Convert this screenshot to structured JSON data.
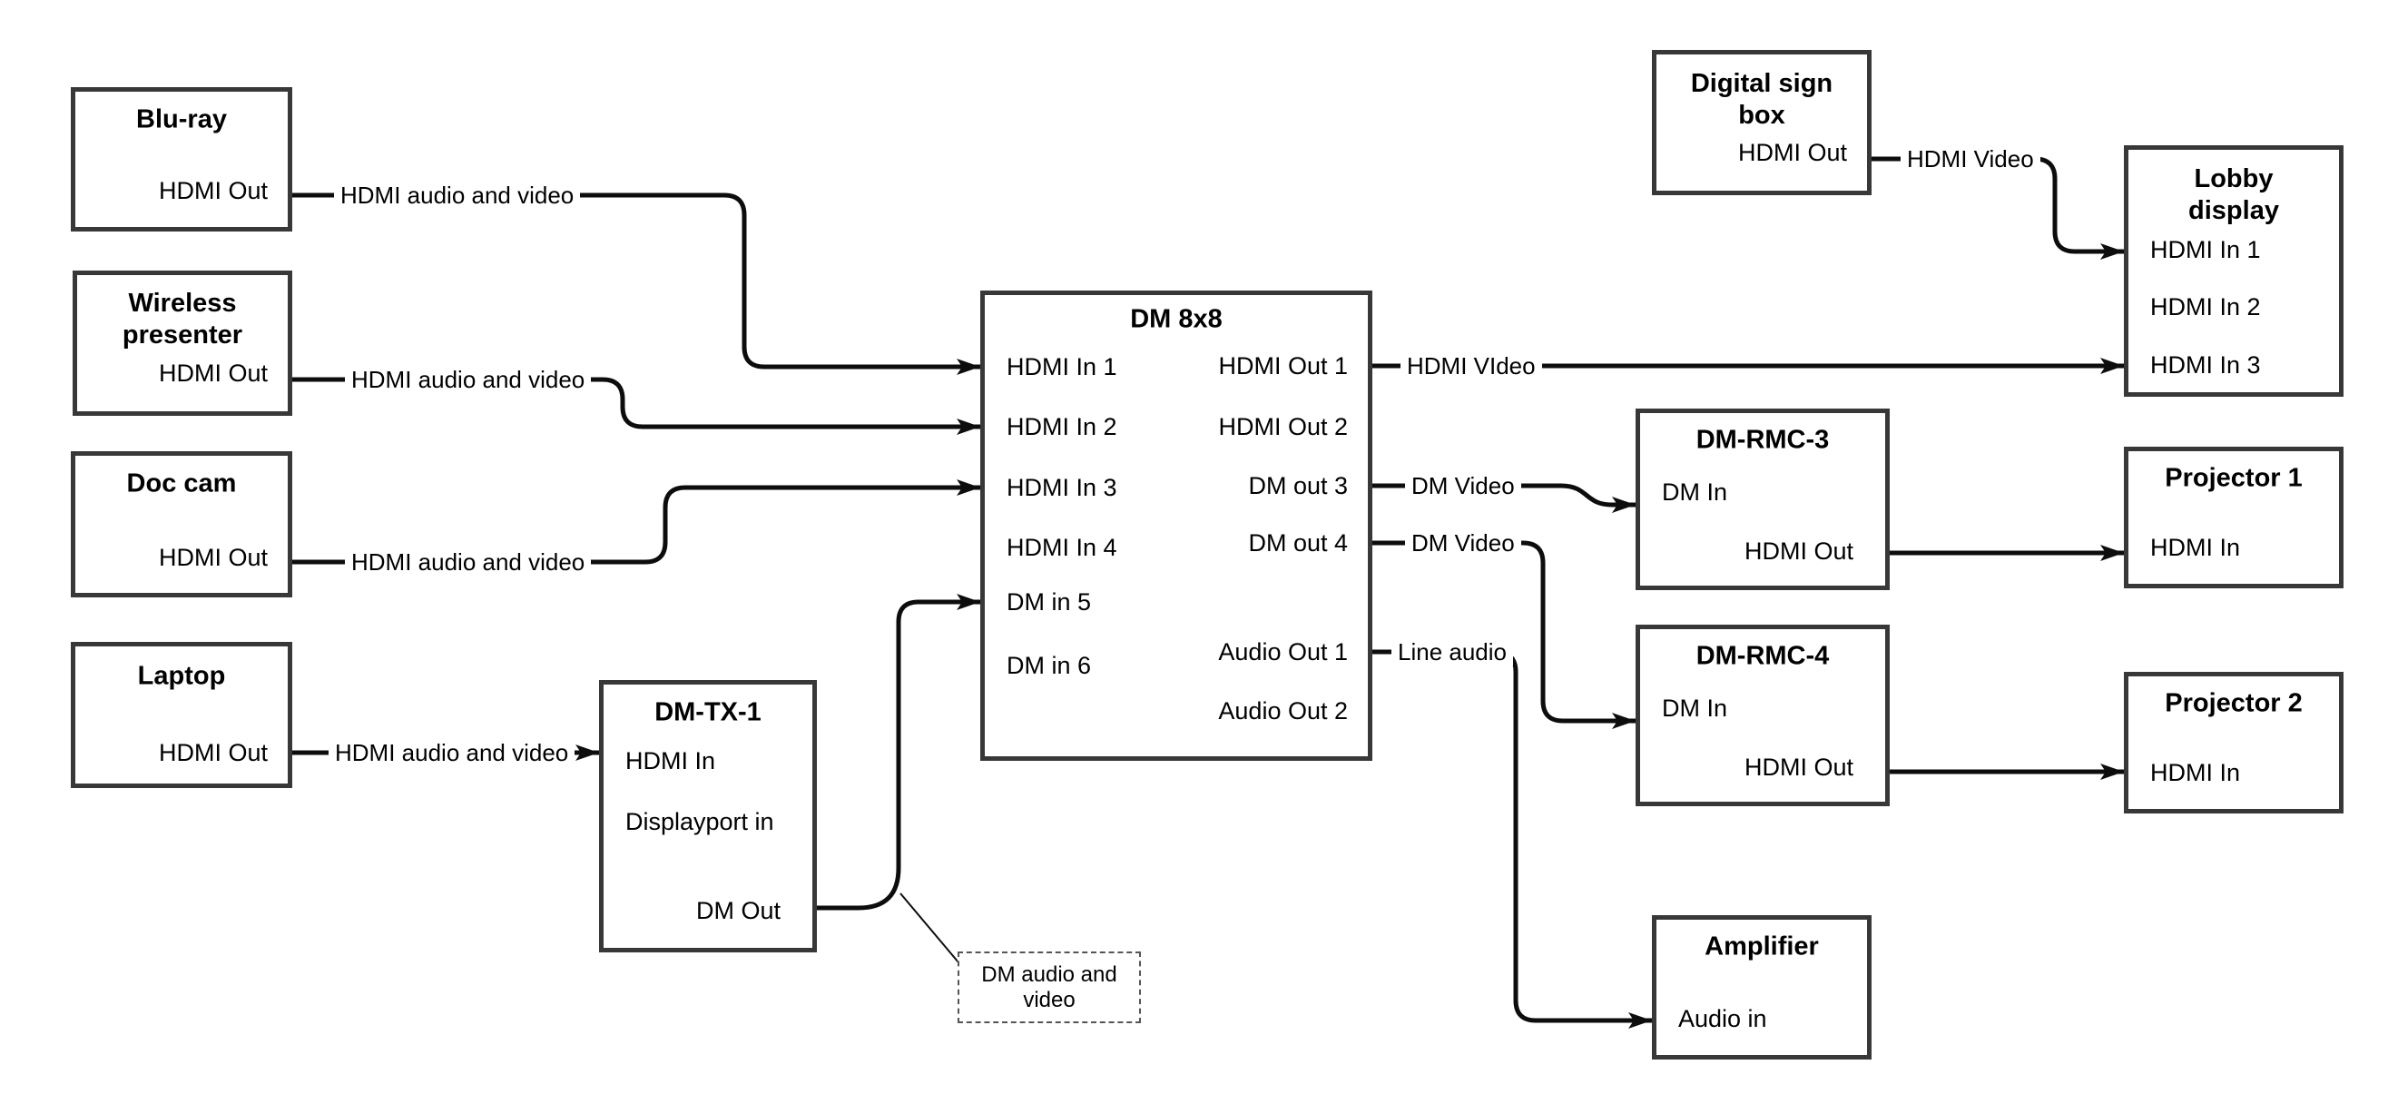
{
  "nodes": {
    "bluray": {
      "title": "Blu-ray",
      "port_hdmi_out": "HDMI Out"
    },
    "wireless": {
      "title": "Wireless presenter",
      "port_hdmi_out": "HDMI Out"
    },
    "doccam": {
      "title": "Doc cam",
      "port_hdmi_out": "HDMI Out"
    },
    "laptop": {
      "title": "Laptop",
      "port_hdmi_out": "HDMI Out"
    },
    "dmtx1": {
      "title": "DM-TX-1",
      "port_hdmi_in": "HDMI In",
      "port_dp_in": "Displayport in",
      "port_dm_out": "DM Out"
    },
    "dm8x8": {
      "title": "DM 8x8",
      "in1": "HDMI In 1",
      "in2": "HDMI In 2",
      "in3": "HDMI In 3",
      "in4": "HDMI In 4",
      "in5": "DM in 5",
      "in6": "DM in 6",
      "out1": "HDMI Out 1",
      "out2": "HDMI Out 2",
      "out3": "DM out 3",
      "out4": "DM out 4",
      "aout1": "Audio Out 1",
      "aout2": "Audio Out 2"
    },
    "digitalsign": {
      "title": "Digital sign box",
      "port_hdmi_out": "HDMI Out"
    },
    "lobby": {
      "title": "Lobby display",
      "in1": "HDMI In 1",
      "in2": "HDMI In 2",
      "in3": "HDMI In 3"
    },
    "dmrmc3": {
      "title": "DM-RMC-3",
      "port_dm_in": "DM In",
      "port_hdmi_out": "HDMI Out"
    },
    "proj1": {
      "title": "Projector 1",
      "port_hdmi_in": "HDMI In"
    },
    "dmrmc4": {
      "title": "DM-RMC-4",
      "port_dm_in": "DM In",
      "port_hdmi_out": "HDMI Out"
    },
    "proj2": {
      "title": "Projector 2",
      "port_hdmi_in": "HDMI In"
    },
    "amplifier": {
      "title": "Amplifier",
      "port_audio_in": "Audio in"
    }
  },
  "wire_labels": {
    "bluray_to_dm": "HDMI audio and video",
    "wireless_to_dm": "HDMI audio and video",
    "doccam_to_dm": "HDMI audio and video",
    "laptop_to_tx": "HDMI audio and video",
    "hdmi_out1": "HDMI VIdeo",
    "digitalsign_out": "HDMI Video",
    "dm_out3": "DM Video",
    "dm_out4": "DM Video",
    "audio_out1": "Line audio"
  },
  "note": {
    "text": "DM audio and video"
  },
  "colors": {
    "wire": "#0d0d0d",
    "border": "#383838",
    "background": "#ffffff",
    "text": "#000000"
  }
}
